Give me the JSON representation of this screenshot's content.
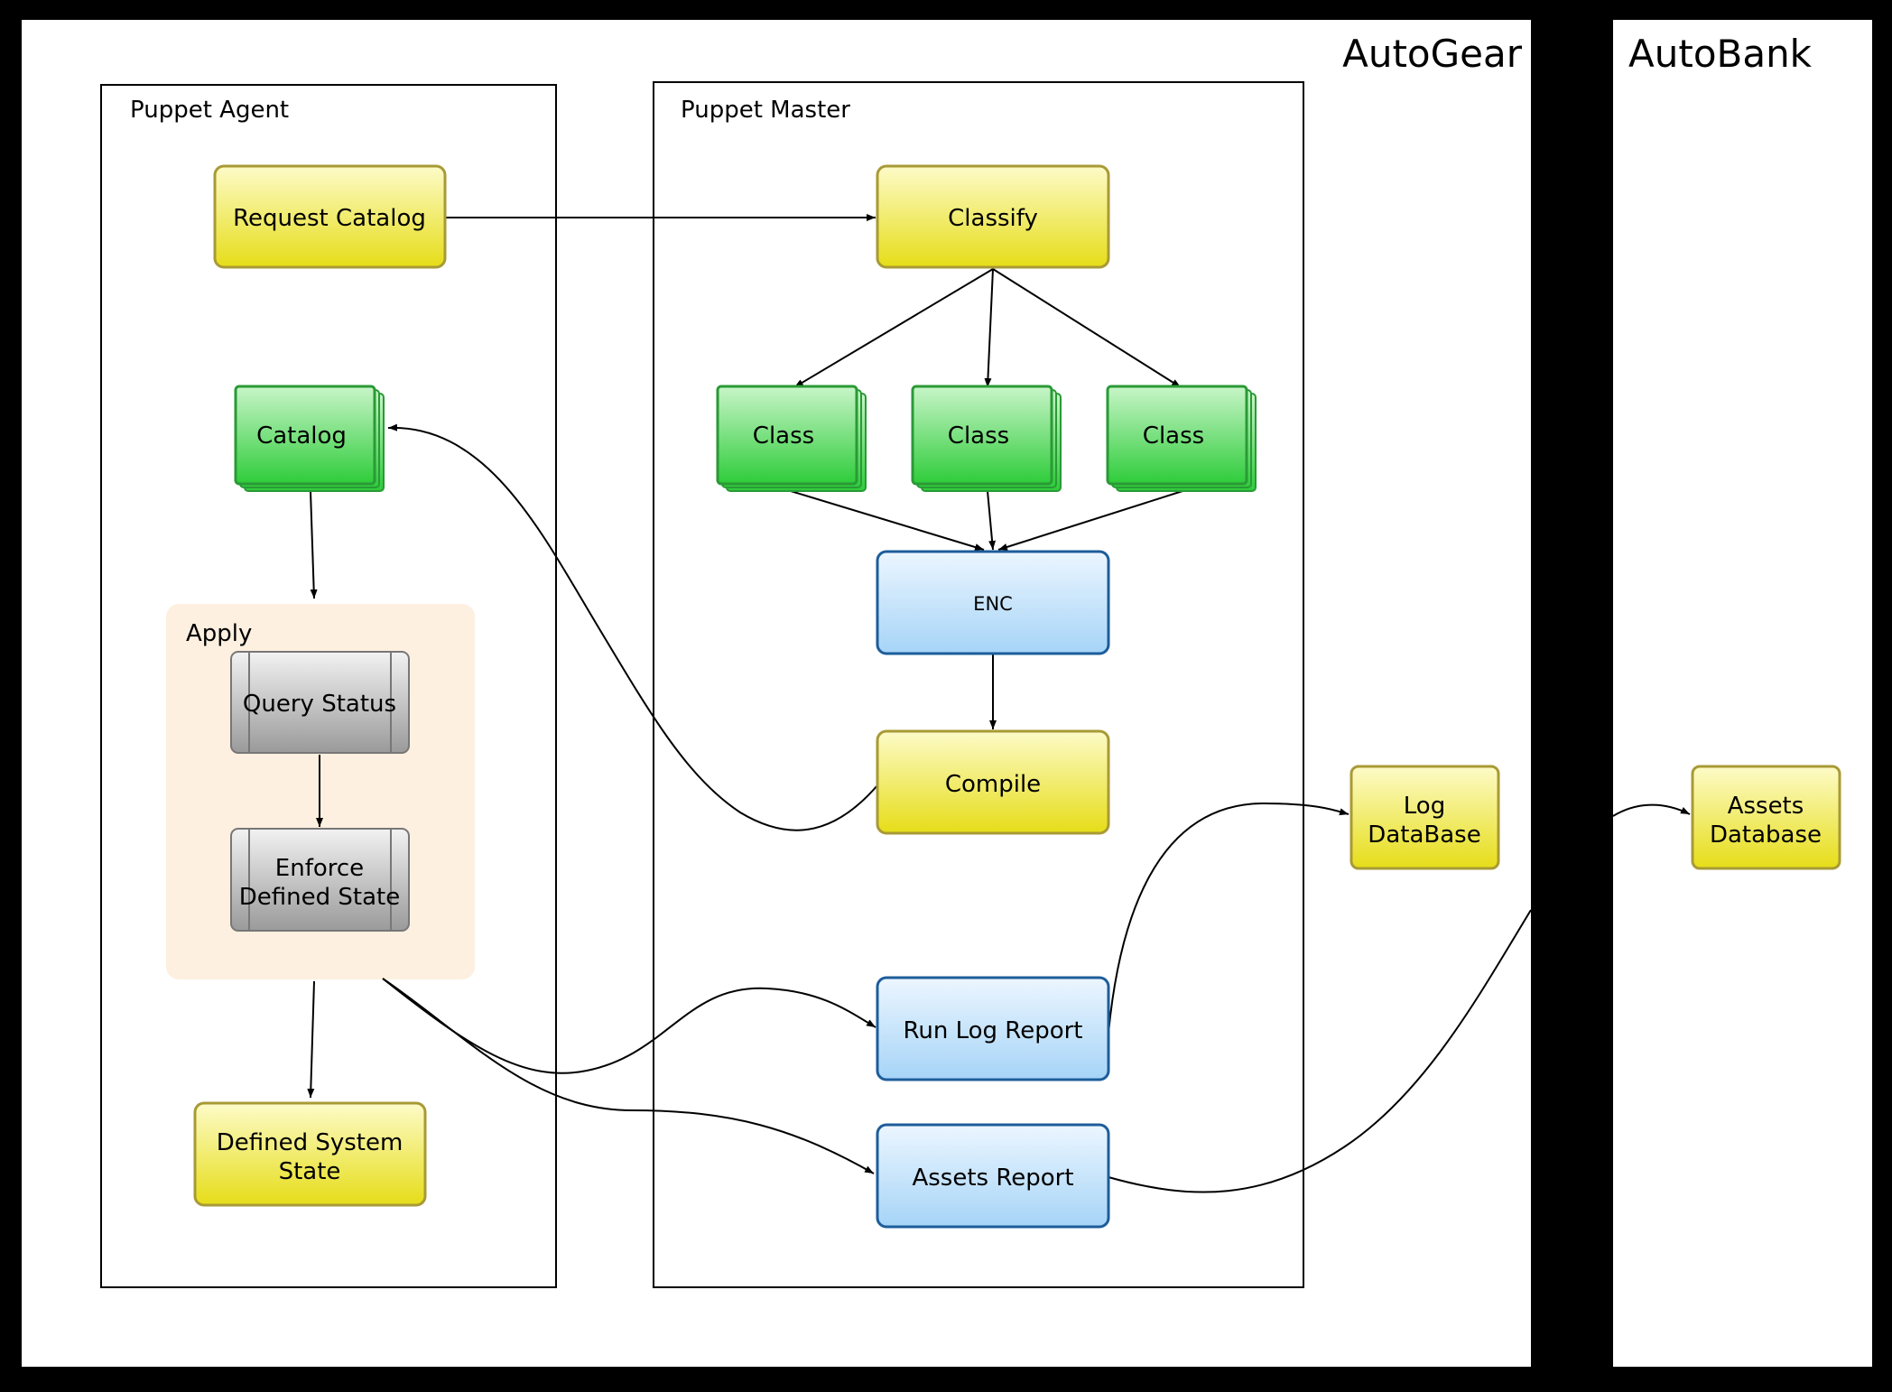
{
  "regions": {
    "autogear": "AutoGear",
    "autobank": "AutoBank",
    "agent": "Puppet Agent",
    "master": "Puppet Master",
    "apply": "Apply"
  },
  "nodes": {
    "request_catalog": "Request Catalog",
    "catalog": "Catalog",
    "query_status": "Query Status",
    "enforce_line1": "Enforce",
    "enforce_line2": "Defined State",
    "defined_state_line1": "Defined System",
    "defined_state_line2": "State",
    "classify": "Classify",
    "class_1": "Class",
    "class_2": "Class",
    "class_3": "Class",
    "enc": "ENC",
    "compile": "Compile",
    "run_log_report": "Run Log Report",
    "assets_report": "Assets Report",
    "log_db_line1": "Log",
    "log_db_line2": "DataBase",
    "assets_db_line1": "Assets",
    "assets_db_line2": "Database"
  },
  "colors": {
    "yellow_fill_top": "#fdfbc8",
    "yellow_fill_bottom": "#e6dd18",
    "yellow_stroke": "#a89a35",
    "green_fill_top": "#c8f5c8",
    "green_fill_bottom": "#2ecc3a",
    "green_stroke": "#2a9a36",
    "blue_fill_top": "#ecf6ff",
    "blue_fill_bottom": "#a6d4f7",
    "blue_stroke": "#1d5d9a",
    "gray_fill_top": "#f2f2f2",
    "gray_fill_bottom": "#9a9a9a",
    "apply_bg": "#fdf0e0"
  }
}
